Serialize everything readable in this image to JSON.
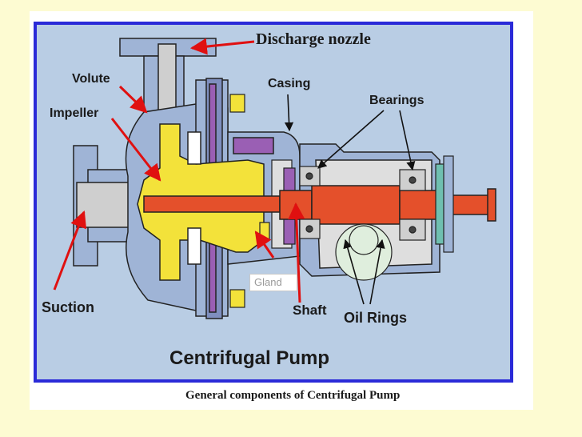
{
  "title": "Centrifugal Pump",
  "caption": "General components of Centrifugal Pump",
  "labels": {
    "discharge_nozzle": "Discharge nozzle",
    "volute": "Volute",
    "impeller": "Impeller",
    "casing": "Casing",
    "bearings": "Bearings",
    "suction": "Suction",
    "gland": "Gland",
    "shaft": "Shaft",
    "oil_rings": "Oil Rings"
  },
  "colors": {
    "page_background": "#fdfbd2",
    "frame_border": "#2a2ad8",
    "frame_fill": "#b9cde4",
    "casing_fill": "#9fb4d6",
    "impeller": "#f3e23a",
    "shaft": "#e4502b",
    "arrow": "#e01010",
    "purple_seal": "#9a5fb4",
    "oil_chamber": "#dfeedd"
  },
  "icons": [
    "bolt-icon",
    "arrow-icon"
  ]
}
